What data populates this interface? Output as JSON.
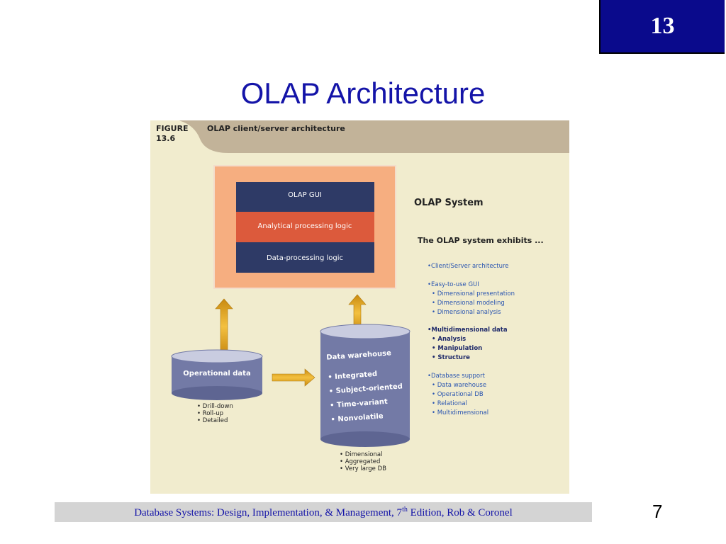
{
  "chapter_number": "13",
  "title": "OLAP Architecture",
  "figure": {
    "label_line1": "FIGURE",
    "label_line2": "13.6",
    "caption": "OLAP client/server architecture",
    "olap_gui": "OLAP GUI",
    "analytical_logic": "Analytical processing logic",
    "data_processing_logic": "Data-processing logic",
    "operational_data": {
      "label": "Operational data",
      "bullets": [
        "• Drill-down",
        "• Roll-up",
        "• Detailed"
      ]
    },
    "data_warehouse": {
      "label": "Data warehouse",
      "features": [
        "• Integrated",
        "• Subject-oriented",
        "• Time-variant",
        "• Nonvolatile"
      ],
      "bullets": [
        "• Dimensional",
        "• Aggregated",
        "• Very large DB"
      ]
    },
    "olap_system": {
      "heading": "OLAP System",
      "subheading": "The OLAP system exhibits ...",
      "groups": [
        {
          "head": "•Client/Server architecture",
          "items": []
        },
        {
          "head": "•Easy-to-use GUI",
          "items": [
            "• Dimensional presentation",
            "• Dimensional modeling",
            "• Dimensional analysis"
          ]
        },
        {
          "head": "•Multidimensional data",
          "items": [
            "• Analysis",
            "• Manipulation",
            "• Structure"
          ]
        },
        {
          "head": "•Database support",
          "items": [
            "• Data warehouse",
            "• Operational DB",
            "• Relational",
            "• Multidimensional"
          ]
        }
      ]
    },
    "colors": {
      "background": "#f1ecce",
      "header_band": "#c2b399",
      "outer_box": "#f6ae80",
      "navy": "#2e3a66",
      "red": "#dc5a3c",
      "cylinder": "#737aa6",
      "arrow": "#eaaa22",
      "blue_text": "#2a55b0"
    }
  },
  "footer": {
    "text_before": "Database Systems: Design, Implementation, & Management, 7",
    "superscript": "th",
    "text_after": " Edition, Rob & Coronel"
  },
  "page_number": "7"
}
